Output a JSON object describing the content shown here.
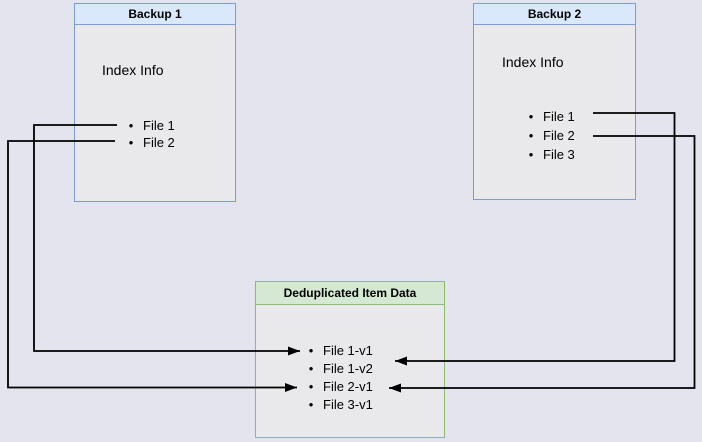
{
  "diagram": {
    "type": "backup-deduplication-diagram",
    "boxes": {
      "backup1": {
        "title": "Backup 1",
        "section": "Index Info",
        "items": [
          "File 1",
          "File 2"
        ]
      },
      "backup2": {
        "title": "Backup 2",
        "section": "Index Info",
        "items": [
          "File 1",
          "File 2",
          "File 3"
        ]
      },
      "dedup": {
        "title": "Deduplicated Item Data",
        "items": [
          "File 1-v1",
          "File 1-v2",
          "File 2-v1",
          "File 3-v1"
        ]
      }
    },
    "connections": [
      {
        "from": "Backup 1 / File 1",
        "to": "Deduplicated Item Data / File 1-v1"
      },
      {
        "from": "Backup 1 / File 2",
        "to": "Deduplicated Item Data / File 2-v1"
      },
      {
        "from": "Backup 2 / File 1",
        "to": "Deduplicated Item Data / File 1-v2"
      },
      {
        "from": "Backup 2 / File 2",
        "to": "Deduplicated Item Data / File 2-v1"
      }
    ],
    "colors": {
      "background": "#e4e4ee",
      "box_fill": "#e9e8ea",
      "blue_header_fill": "#dae8fc",
      "blue_border": "#7d9cd1",
      "green_header_fill": "#d5e8d4",
      "green_border": "#8cba77",
      "connector": "#000000",
      "text": "#000000"
    }
  }
}
